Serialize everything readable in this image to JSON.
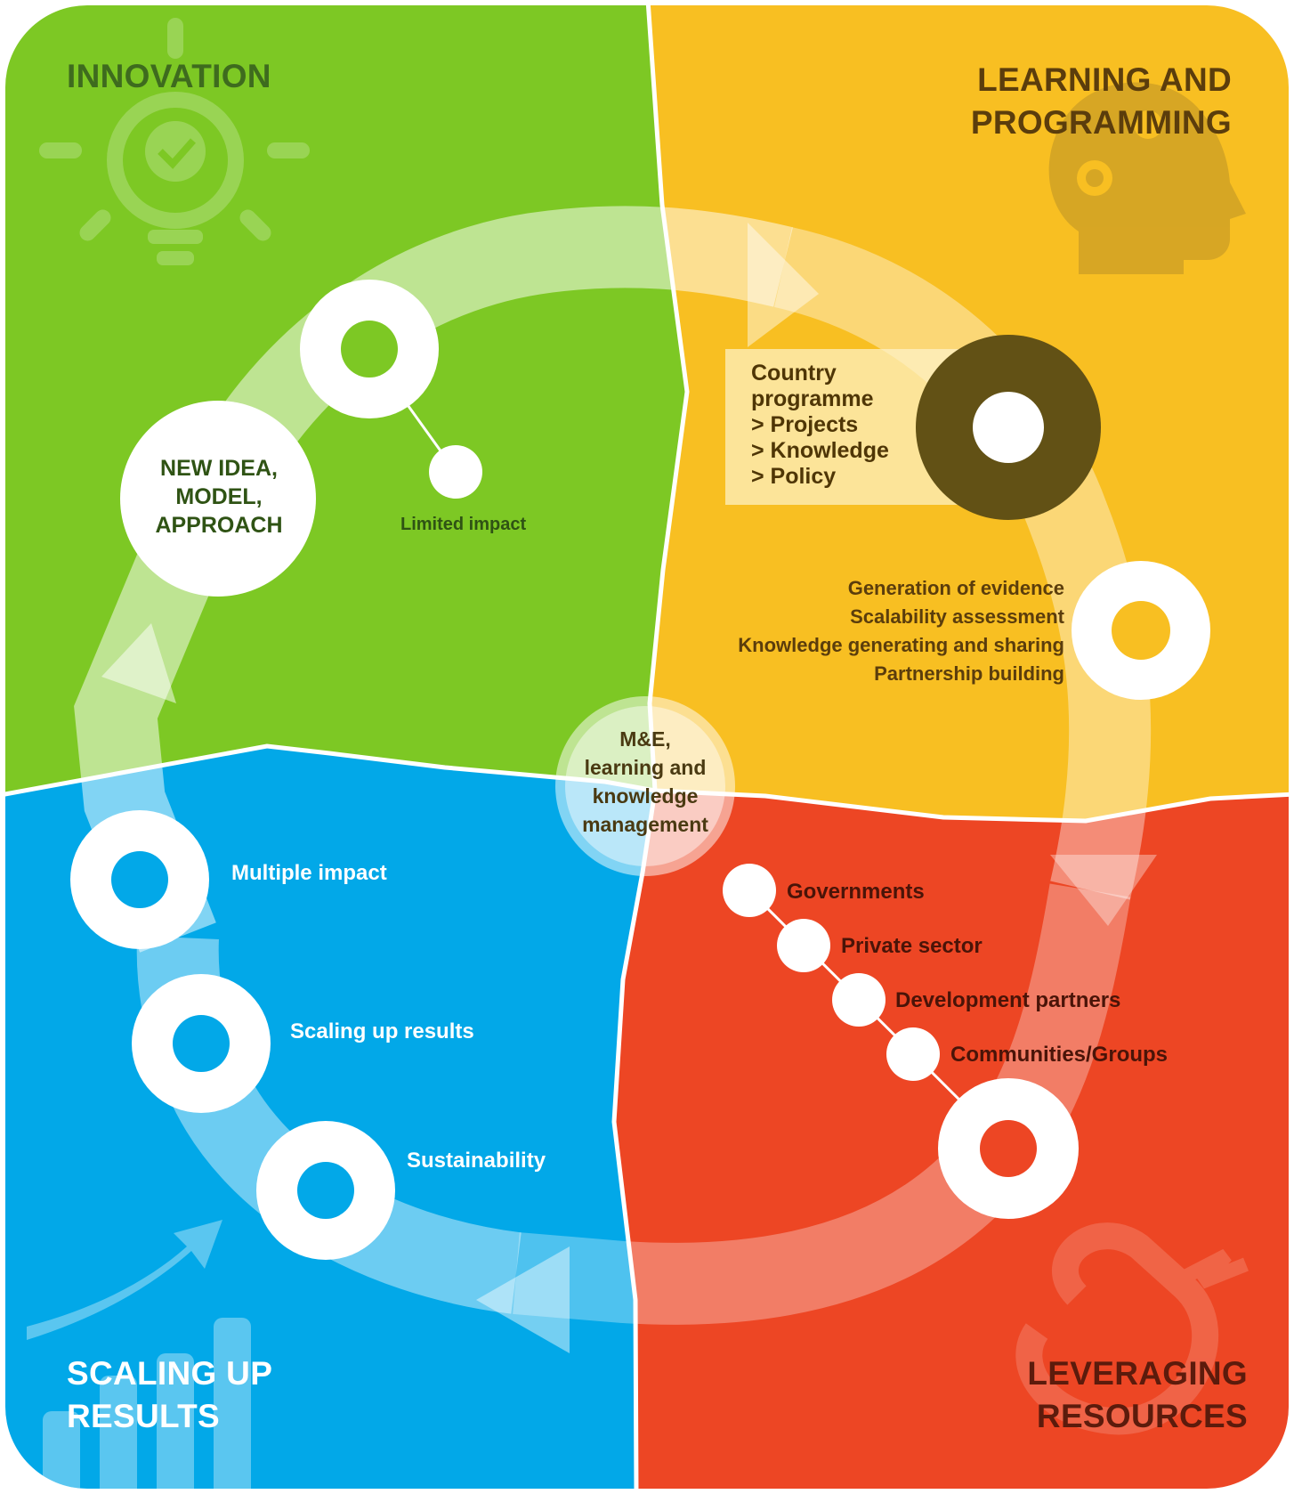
{
  "quadrants": {
    "innovation": {
      "title": "INNOVATION",
      "color": "#7dc824",
      "icon": "lightbulb-icon"
    },
    "learning": {
      "title_line1": "LEARNING AND",
      "title_line2": "PROGRAMMING",
      "color": "#f8bf22",
      "icon": "head-gears-icon"
    },
    "scaling": {
      "title_line1": "SCALING UP",
      "title_line2": "RESULTS",
      "color": "#02a8e8",
      "icon": "bar-chart-arrow-icon"
    },
    "leveraging": {
      "title_line1": "LEVERAGING",
      "title_line2": "RESOURCES",
      "color": "#ed4624",
      "icon": "magnet-icon"
    }
  },
  "innovation": {
    "new_idea": {
      "line1": "NEW IDEA,",
      "line2": "MODEL,",
      "line3": "APPROACH"
    },
    "limited_impact": "Limited impact"
  },
  "learning": {
    "country_box": {
      "line1": "Country",
      "line2": "programme",
      "line3": "> Projects",
      "line4": "> Knowledge",
      "line5": "> Policy"
    },
    "activities": [
      "Generation of evidence",
      "Scalability assessment",
      "Knowledge generating and sharing",
      "Partnership building"
    ]
  },
  "center": {
    "line1": "M&E,",
    "line2": "learning and",
    "line3": "knowledge",
    "line4": "management"
  },
  "scaling": {
    "items": [
      "Multiple impact",
      "Scaling up results",
      "Sustainability"
    ]
  },
  "leveraging": {
    "items": [
      "Governments",
      "Private sector",
      "Development partners",
      "Communities/Groups"
    ]
  }
}
